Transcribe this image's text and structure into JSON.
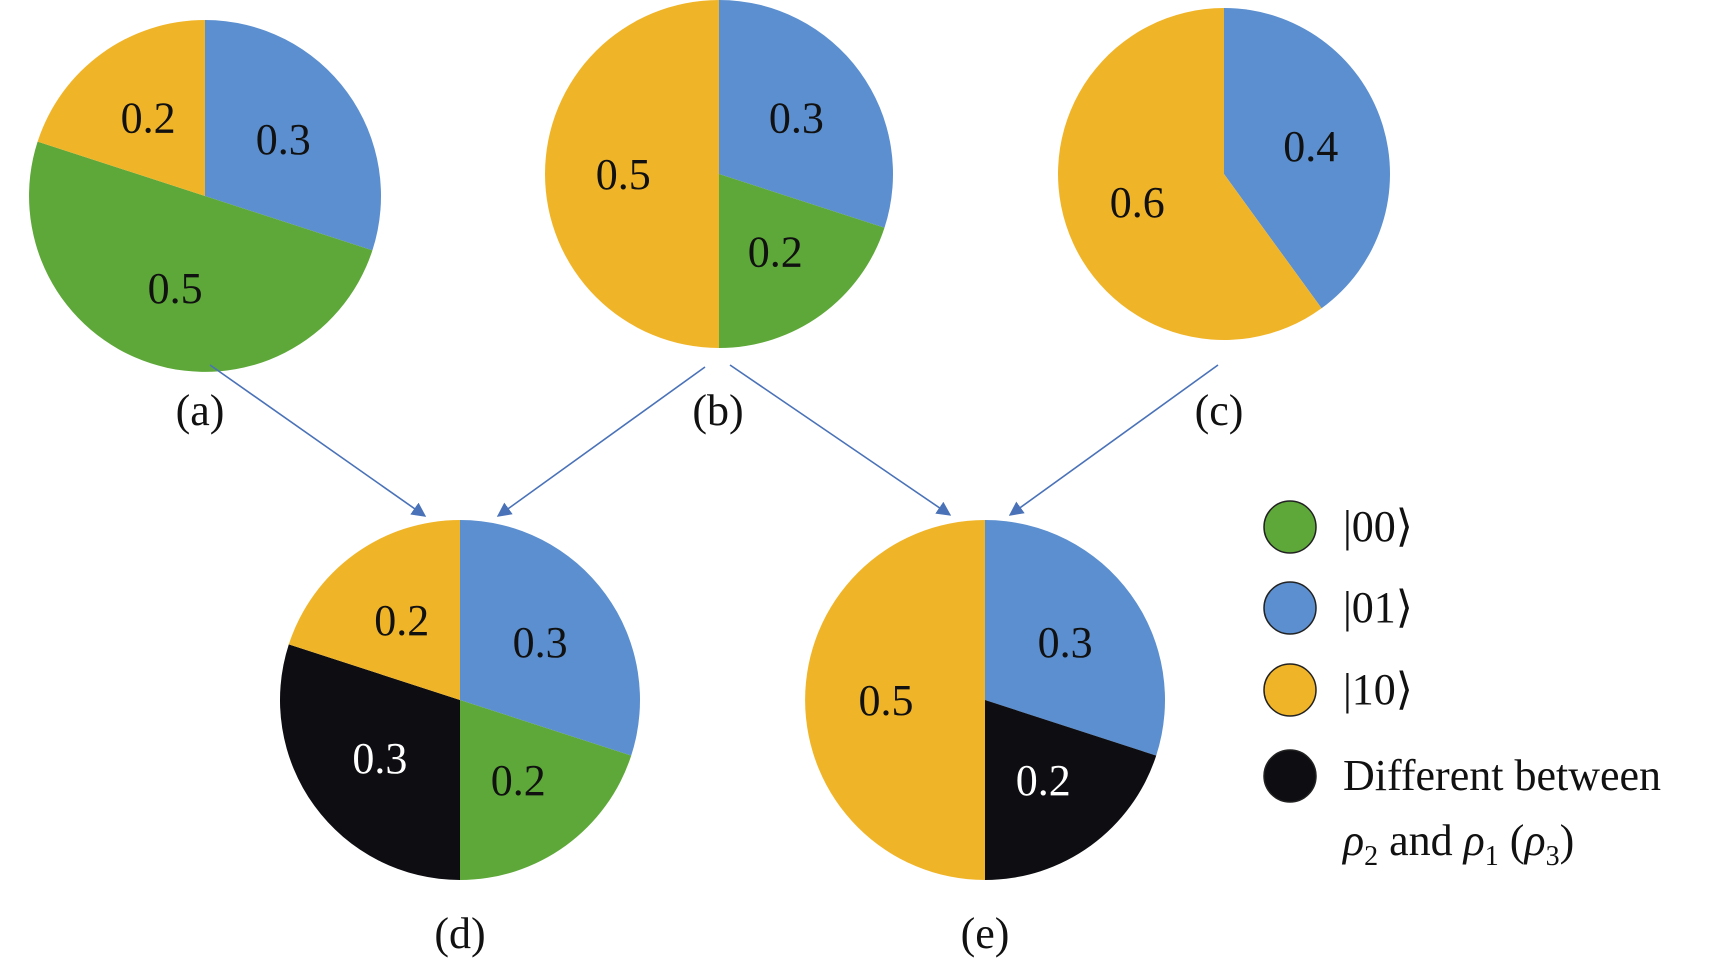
{
  "chart_data": [
    {
      "type": "pie",
      "panel_label": "(a)",
      "slices": [
        {
          "state": "|01⟩",
          "value": 0.3,
          "label": "0.3",
          "color": "#5b8fcf"
        },
        {
          "state": "|00⟩",
          "value": 0.5,
          "label": "0.5",
          "color": "#5da839"
        },
        {
          "state": "|10⟩",
          "value": 0.2,
          "label": "0.2",
          "color": "#f0b429"
        }
      ]
    },
    {
      "type": "pie",
      "panel_label": "(b)",
      "slices": [
        {
          "state": "|01⟩",
          "value": 0.3,
          "label": "0.3",
          "color": "#5b8fcf"
        },
        {
          "state": "|00⟩",
          "value": 0.2,
          "label": "0.2",
          "color": "#5da839"
        },
        {
          "state": "|10⟩",
          "value": 0.5,
          "label": "0.5",
          "color": "#f0b429"
        }
      ]
    },
    {
      "type": "pie",
      "panel_label": "(c)",
      "slices": [
        {
          "state": "|01⟩",
          "value": 0.4,
          "label": "0.4",
          "color": "#5b8fcf"
        },
        {
          "state": "|10⟩",
          "value": 0.6,
          "label": "0.6",
          "color": "#f0b429"
        }
      ]
    },
    {
      "type": "pie",
      "panel_label": "(d)",
      "slices": [
        {
          "state": "|01⟩",
          "value": 0.3,
          "label": "0.3",
          "color": "#5b8fcf"
        },
        {
          "state": "|00⟩",
          "value": 0.2,
          "label": "0.2",
          "color": "#5da839"
        },
        {
          "state": "Different",
          "value": 0.3,
          "label": "0.3",
          "color": "#0d0d12"
        },
        {
          "state": "|10⟩",
          "value": 0.2,
          "label": "0.2",
          "color": "#f0b429"
        }
      ]
    },
    {
      "type": "pie",
      "panel_label": "(e)",
      "slices": [
        {
          "state": "|01⟩",
          "value": 0.3,
          "label": "0.3",
          "color": "#5b8fcf"
        },
        {
          "state": "Different",
          "value": 0.2,
          "label": "0.2",
          "color": "#0d0d12"
        },
        {
          "state": "|10⟩",
          "value": 0.5,
          "label": "0.5",
          "color": "#f0b429"
        }
      ]
    }
  ],
  "legend": {
    "position": "right",
    "items": [
      {
        "label": "|00⟩",
        "color": "#5da839"
      },
      {
        "label": "|01⟩",
        "color": "#5b8fcf"
      },
      {
        "label": "|10⟩",
        "color": "#f0b429"
      },
      {
        "label": "Different between",
        "color": "#0d0d12"
      }
    ],
    "last_line": {
      "rho2": "ρ",
      "sub2": "2",
      "and": " and ",
      "rho1": "ρ",
      "sub1": "1",
      "open": " (",
      "rho3": "ρ",
      "sub3": "3",
      "close": ")"
    }
  },
  "arrows": {
    "from_to": [
      [
        "(a)",
        "(d)"
      ],
      [
        "(b)",
        "(d)"
      ],
      [
        "(b)",
        "(e)"
      ],
      [
        "(c)",
        "(e)"
      ]
    ],
    "color": "#4a72b8"
  }
}
